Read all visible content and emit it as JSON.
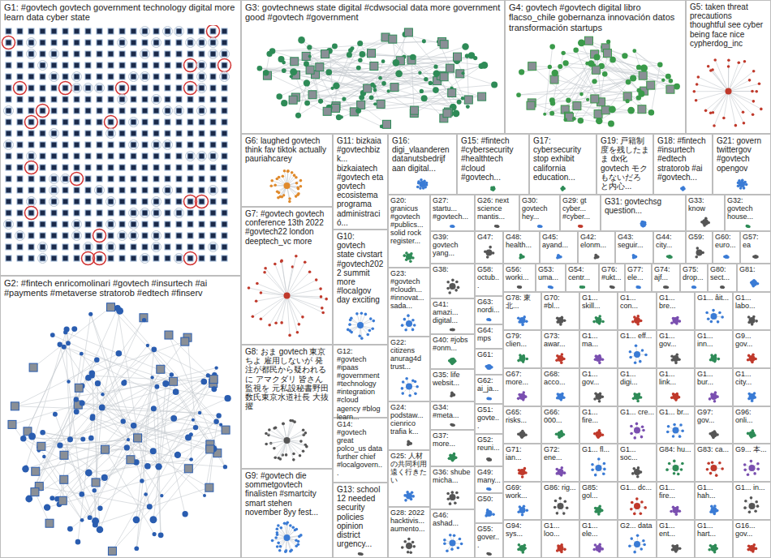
{
  "diagram": {
    "nodes": [
      {
        "text": [
          "G1: #govtech govtech government technology digital more learn data cyber state"
        ]
      },
      {
        "text": [
          "G3: govtechnews state digital #cdwsocial data more government good #govtech #government"
        ]
      },
      {
        "text": [
          "G4: govtech #govtech digital libro flacso_chile gobernanza innovación datos transformación startups"
        ]
      },
      {
        "text": [
          "G5: taken threat precautions thoughtful see cyber being face nice cypherdog_inc"
        ]
      },
      {
        "text": [
          "G6: laughed govtech think fav tiktok actually pauriahcarey"
        ]
      },
      {
        "text": [
          "G11: bizkaia #govtechbizk... bizkaiatech #govtech eta govtech ecosistema programa administració..."
        ]
      },
      {
        "text": [
          "G16: digi_vlaanderen datanutsbedrijf aan digital..."
        ]
      },
      {
        "text": [
          "G15: #fintech #cybersecurity #healthtech #cloud #govtech..."
        ]
      },
      {
        "text": [
          "G17: cybersecurity stop exhibit california education..."
        ]
      },
      {
        "text": [
          "G19: 戸籍制度を残したまま dx化govtech モクもないだろ と内心..."
        ]
      },
      {
        "text": [
          "G18: #fintech #insurtech #edtech stratorob #ai #govtech..."
        ]
      },
      {
        "text": [
          "G21: govern twittergov #govtech opengov"
        ]
      },
      {
        "text": [
          "G7: #govtech govtech conference 13th 2022 #govtech22 london deeptech_vc more"
        ]
      },
      {
        "text": [
          "G10: govtech state civstart #govtech2022 summit more #localgov day exciting"
        ]
      },
      {
        "text": [
          "G20: granicus #govtech #publics... solid rock register..."
        ]
      },
      {
        "text": [
          "G27: startu... #govtech..."
        ]
      },
      {
        "text": [
          "G26: next science mantis..."
        ]
      },
      {
        "text": [
          "G30: govtech hey..."
        ]
      },
      {
        "text": [
          "G29: gt cyber... #cyber..."
        ]
      },
      {
        "text": [
          "G31: govtechsg question..."
        ]
      },
      {
        "text": [
          "G33: know"
        ]
      },
      {
        "text": [
          "G32: govtech house..."
        ]
      },
      {
        "text": [
          "G39: govtech yang..."
        ]
      },
      {
        "text": [
          "G47:"
        ]
      },
      {
        "text": [
          "G48: health..."
        ]
      },
      {
        "text": [
          "G45: ayand..."
        ]
      },
      {
        "text": [
          "G42: elonm..."
        ]
      },
      {
        "text": [
          "G43: seguir..."
        ]
      },
      {
        "text": [
          "G44: city..."
        ]
      },
      {
        "text": [
          "G59:"
        ]
      },
      {
        "text": [
          "G60: euro..."
        ]
      },
      {
        "text": [
          "G57: ea"
        ]
      },
      {
        "text": [
          "G23: #govtech #cloudn... #innovat... sada..."
        ]
      },
      {
        "text": [
          "G38:"
        ]
      },
      {
        "text": [
          "G58: octub..."
        ]
      },
      {
        "text": [
          "G56: worki..."
        ]
      },
      {
        "text": [
          "G53: uma..."
        ]
      },
      {
        "text": [
          "G54: centr..."
        ]
      },
      {
        "text": [
          "G76: #ukt..."
        ]
      },
      {
        "text": [
          "G77: ele..."
        ]
      },
      {
        "text": [
          "G74: ajf..."
        ]
      },
      {
        "text": [
          "G75: drop..."
        ]
      },
      {
        "text": [
          "G80: sect..."
        ]
      },
      {
        "text": [
          "G81:"
        ]
      },
      {
        "text": [
          "G2: #fintech enricomolinari #govtech #insurtech #ai #payments #metaverse stratorob #edtech #finserv"
        ]
      },
      {
        "text": [
          "G8: おま govtech 東京 ちよ 雇用しないが 発注が都民から疑われる に アマクダリ 皆さん監視を 元私設秘書野田数氏東京水道社長 大抜擢"
        ]
      },
      {
        "text": [
          "G12: #govtech #ipaas #government #technology #integration #cloud agency #blog learn..."
        ]
      },
      {
        "text": [
          "G22: citizens anurag4d trust..."
        ]
      },
      {
        "text": [
          "G41: amazi... digital..."
        ]
      },
      {
        "text": [
          "G63: nordi..."
        ]
      },
      {
        "text": [
          "G40: #jobs #onm..."
        ]
      },
      {
        "text": [
          "G64: mps"
        ]
      },
      {
        "text": [
          "G61:"
        ]
      },
      {
        "text": [
          "G35: life websit..."
        ]
      },
      {
        "text": [
          "G62: ai_ja..."
        ]
      },
      {
        "text": [
          "G24: podstaw... cienrico trafia k..."
        ]
      },
      {
        "text": [
          "G14: #govtech great polco_us data further chief #localgovern..."
        ]
      },
      {
        "text": [
          "G34: #meta..."
        ]
      },
      {
        "text": [
          "G51: govte..."
        ]
      },
      {
        "text": [
          "G37: more..."
        ]
      },
      {
        "text": [
          "G52: reuni..."
        ]
      },
      {
        "text": [
          "G25: 人材の共同利用 遠く行きたい"
        ]
      },
      {
        "text": [
          "G9: #govtech die sommetgovtech finalisten #smartcity smart stehen november 8yy fest..."
        ]
      },
      {
        "text": [
          "G36: shube micha..."
        ]
      },
      {
        "text": [
          "G49: many..."
        ]
      },
      {
        "text": [
          "G13: school 12 needed security policies opinion district urgency..."
        ]
      },
      {
        "text": [
          "G50:"
        ]
      },
      {
        "text": [
          "G28: 2022 hacktivis... aumento..."
        ]
      },
      {
        "text": [
          "G46: ashad..."
        ]
      },
      {
        "text": [
          "G55: gover..."
        ]
      },
      {
        "text": [
          "G78: 東北..."
        ]
      },
      {
        "text": [
          "G70: #bl..."
        ]
      },
      {
        "text": [
          "G1... skill..."
        ]
      },
      {
        "text": [
          "G1... con..."
        ]
      },
      {
        "text": [
          "G1... bre..."
        ]
      },
      {
        "text": [
          "G1... âit..."
        ]
      },
      {
        "text": [
          "G1... labo..."
        ]
      },
      {
        "text": [
          "G79: clien..."
        ]
      },
      {
        "text": [
          "G73: awar..."
        ]
      },
      {
        "text": [
          "G1... ma..."
        ]
      },
      {
        "text": [
          "G1... eff..."
        ]
      },
      {
        "text": [
          "G1... gov..."
        ]
      },
      {
        "text": [
          "G1... inn..."
        ]
      },
      {
        "text": [
          "G9... gov..."
        ]
      },
      {
        "text": [
          "G67: more..."
        ]
      },
      {
        "text": [
          "G68: acco..."
        ]
      },
      {
        "text": [
          "G1... gov..."
        ]
      },
      {
        "text": [
          "G1... digi..."
        ]
      },
      {
        "text": [
          "G1... link..."
        ]
      },
      {
        "text": [
          "G1... bur..."
        ]
      },
      {
        "text": [
          "G1... city..."
        ]
      },
      {
        "text": [
          "G65: risks..."
        ]
      },
      {
        "text": [
          "G66: 000..."
        ]
      },
      {
        "text": [
          "G1... fire..."
        ]
      },
      {
        "text": [
          "G1... cre..."
        ]
      },
      {
        "text": [
          "G1... br..."
        ]
      },
      {
        "text": [
          "G97: gov..."
        ]
      },
      {
        "text": [
          "G96: onli..."
        ]
      },
      {
        "text": [
          "G71: ian..."
        ]
      },
      {
        "text": [
          "G72: ene..."
        ]
      },
      {
        "text": [
          "G1... fl..."
        ]
      },
      {
        "text": [
          "G1... soc..."
        ]
      },
      {
        "text": [
          "G84: hu..."
        ]
      },
      {
        "text": [
          "G83: ca..."
        ]
      },
      {
        "text": [
          "G9... 本..."
        ]
      },
      {
        "text": [
          "G69: work..."
        ]
      },
      {
        "text": [
          "G86: rig..."
        ]
      },
      {
        "text": [
          "G85: gol..."
        ]
      },
      {
        "text": [
          "G1... dc..."
        ]
      },
      {
        "text": [
          "G1... fire..."
        ]
      },
      {
        "text": [
          "G1... hah..."
        ]
      },
      {
        "text": [
          "G1... in..."
        ]
      },
      {
        "text": [
          "G94: sys..."
        ]
      },
      {
        "text": [
          "G1... loo..."
        ]
      },
      {
        "text": [
          "G1... ele..."
        ]
      },
      {
        "text": [
          "G2... data"
        ]
      },
      {
        "text": [
          "G1... ent..."
        ]
      },
      {
        "text": [
          "G1... hart..."
        ]
      },
      {
        "text": [
          "G16... gov..."
        ]
      }
    ]
  }
}
